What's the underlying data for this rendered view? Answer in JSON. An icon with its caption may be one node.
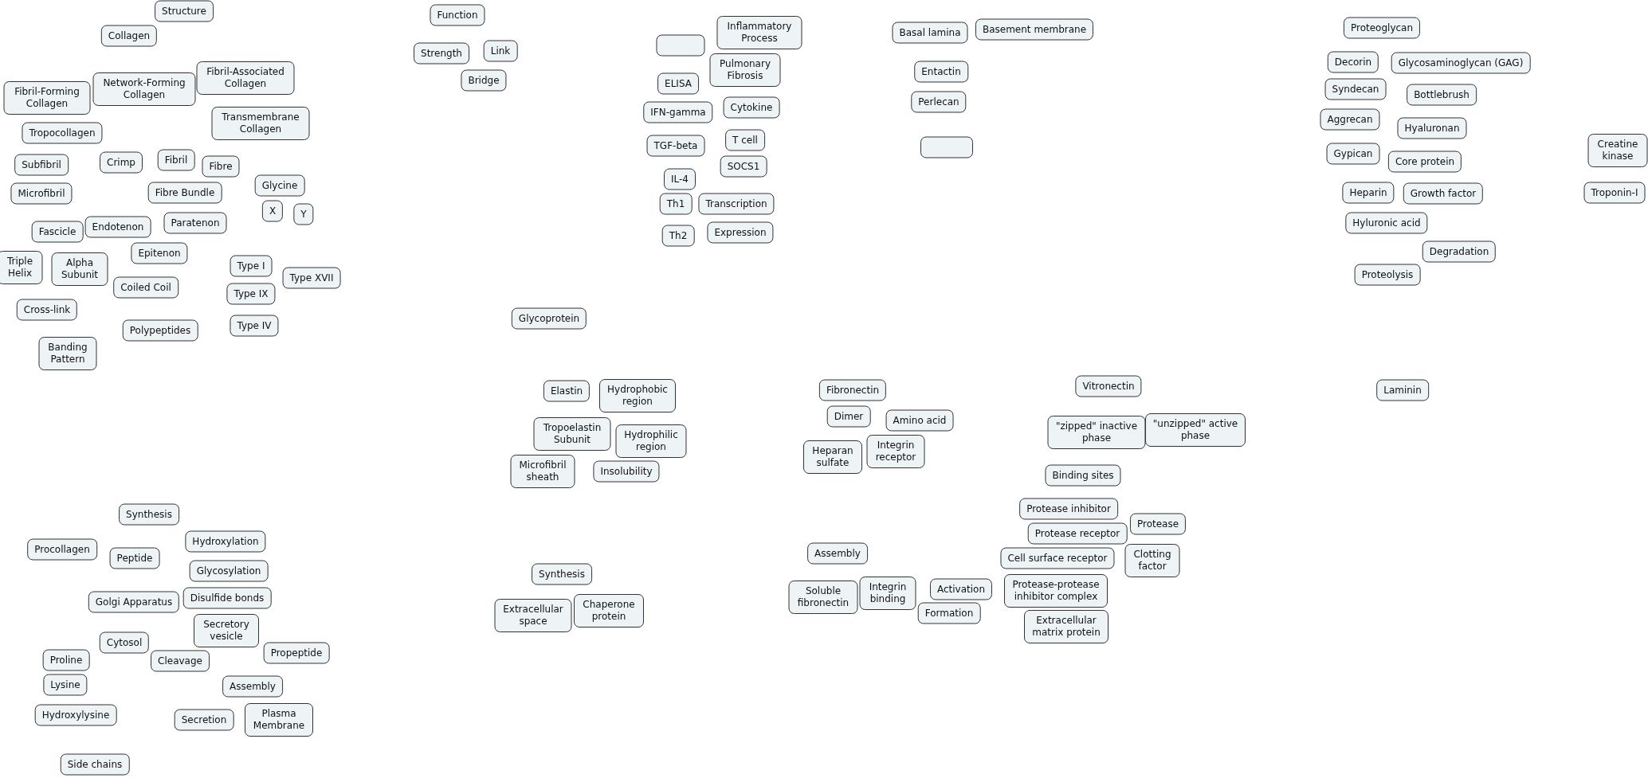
{
  "diagram": {
    "nodes": [
      {
        "text": [
          "Structure"
        ]
      },
      {
        "text": [
          "Collagen"
        ]
      },
      {
        "text": [
          "Fibril-Associated Collagen"
        ]
      },
      {
        "text": [
          "Network-Forming Collagen"
        ]
      },
      {
        "text": [
          "Fibril-Forming Collagen"
        ]
      },
      {
        "text": [
          "Transmembrane Collagen"
        ]
      },
      {
        "text": [
          "Tropocollagen"
        ]
      },
      {
        "text": [
          "Crimp"
        ]
      },
      {
        "text": [
          "Fibril"
        ]
      },
      {
        "text": [
          "Subfibril"
        ]
      },
      {
        "text": [
          "Fibre"
        ]
      },
      {
        "text": [
          "Glycine"
        ]
      },
      {
        "text": [
          "Fibre Bundle"
        ]
      },
      {
        "text": [
          "Microfibril"
        ]
      },
      {
        "text": [
          "X"
        ]
      },
      {
        "text": [
          "Y"
        ]
      },
      {
        "text": [
          "Paratenon"
        ]
      },
      {
        "text": [
          "Endotenon"
        ]
      },
      {
        "text": [
          "Fascicle"
        ]
      },
      {
        "text": [
          "Epitenon"
        ]
      },
      {
        "text": [
          "Triple Helix"
        ]
      },
      {
        "text": [
          "Alpha Subunit"
        ]
      },
      {
        "text": [
          "Type I"
        ]
      },
      {
        "text": [
          "Type XVII"
        ]
      },
      {
        "text": [
          "Coiled Coil"
        ]
      },
      {
        "text": [
          "Type IX"
        ]
      },
      {
        "text": [
          "Cross-link"
        ]
      },
      {
        "text": [
          "Type IV"
        ]
      },
      {
        "text": [
          "Polypeptides"
        ]
      },
      {
        "text": [
          "Banding Pattern"
        ]
      },
      {
        "text": [
          "Function"
        ]
      },
      {
        "text": [
          "Strength"
        ]
      },
      {
        "text": [
          "Link"
        ]
      },
      {
        "text": [
          "Bridge"
        ]
      },
      {
        "text": [
          "Inflammatory Process"
        ]
      },
      {
        "text": [],
        "shape": "box"
      },
      {
        "text": [
          "Pulmonary Fibrosis"
        ]
      },
      {
        "text": [
          "ELISA"
        ]
      },
      {
        "text": [
          "Cytokine"
        ]
      },
      {
        "text": [
          "IFN-gamma"
        ]
      },
      {
        "text": [
          "T cell"
        ]
      },
      {
        "text": [
          "TGF-beta"
        ]
      },
      {
        "text": [
          "SOCS1"
        ]
      },
      {
        "text": [
          "IL-4"
        ]
      },
      {
        "text": [
          "Transcription"
        ]
      },
      {
        "text": [
          "Th1"
        ]
      },
      {
        "text": [
          "Expression"
        ]
      },
      {
        "text": [
          "Th2"
        ]
      },
      {
        "text": [
          "Basement membrane"
        ]
      },
      {
        "text": [
          "Basal lamina"
        ]
      },
      {
        "text": [
          "Entactin"
        ]
      },
      {
        "text": [
          "Perlecan"
        ]
      },
      {
        "text": [],
        "shape": "box"
      },
      {
        "text": [
          "Proteoglycan"
        ]
      },
      {
        "text": [
          "Decorin"
        ]
      },
      {
        "text": [
          "Glycosaminoglycan (GAG)"
        ]
      },
      {
        "text": [
          "Syndecan"
        ]
      },
      {
        "text": [
          "Bottlebrush"
        ]
      },
      {
        "text": [
          "Aggrecan"
        ]
      },
      {
        "text": [
          "Hyaluronan"
        ]
      },
      {
        "text": [
          "Gypican"
        ]
      },
      {
        "text": [
          "Core protein"
        ]
      },
      {
        "text": [
          "Heparin"
        ]
      },
      {
        "text": [
          "Growth factor"
        ]
      },
      {
        "text": [
          "Hyluronic acid"
        ]
      },
      {
        "text": [
          "Degradation"
        ]
      },
      {
        "text": [
          "Proteolysis"
        ]
      },
      {
        "text": [
          "Creatine kinase"
        ]
      },
      {
        "text": [
          "Troponin-I"
        ]
      },
      {
        "text": [
          "Glycoprotein"
        ]
      },
      {
        "text": [
          "Elastin"
        ]
      },
      {
        "text": [
          "Hydrophobic region"
        ]
      },
      {
        "text": [
          "Tropoelastin Subunit"
        ]
      },
      {
        "text": [
          "Hydrophilic region"
        ]
      },
      {
        "text": [
          "Microfibril sheath"
        ]
      },
      {
        "text": [
          "Insolubility"
        ]
      },
      {
        "text": [
          "Fibronectin"
        ]
      },
      {
        "text": [
          "Dimer"
        ]
      },
      {
        "text": [
          "Amino acid"
        ]
      },
      {
        "text": [
          "Heparan sulfate"
        ]
      },
      {
        "text": [
          "Integrin receptor"
        ]
      },
      {
        "text": [
          "Vitronectin"
        ]
      },
      {
        "text": [
          "\"zipped\" inactive phase"
        ]
      },
      {
        "text": [
          "\"unzipped\" active phase"
        ]
      },
      {
        "text": [
          "Binding sites"
        ]
      },
      {
        "text": [
          "Protease inhibitor"
        ]
      },
      {
        "text": [
          "Protease"
        ]
      },
      {
        "text": [
          "Protease receptor"
        ]
      },
      {
        "text": [
          "Cell surface receptor"
        ]
      },
      {
        "text": [
          "Clotting factor"
        ]
      },
      {
        "text": [
          "Protease-protease inhibitor complex"
        ]
      },
      {
        "text": [
          "Extracellular matrix protein"
        ]
      },
      {
        "text": [
          "Laminin"
        ]
      },
      {
        "text": [
          "Synthesis"
        ]
      },
      {
        "text": [
          "Hydroxylation"
        ]
      },
      {
        "text": [
          "Procollagen"
        ]
      },
      {
        "text": [
          "Peptide"
        ]
      },
      {
        "text": [
          "Glycosylation"
        ]
      },
      {
        "text": [
          "Disulfide bonds"
        ]
      },
      {
        "text": [
          "Golgi Apparatus"
        ]
      },
      {
        "text": [
          "Secretory vesicle"
        ]
      },
      {
        "text": [
          "Cytosol"
        ]
      },
      {
        "text": [
          "Propeptide"
        ]
      },
      {
        "text": [
          "Proline"
        ]
      },
      {
        "text": [
          "Cleavage"
        ]
      },
      {
        "text": [
          "Lysine"
        ]
      },
      {
        "text": [
          "Assembly"
        ]
      },
      {
        "text": [
          "Hydroxylysine"
        ]
      },
      {
        "text": [
          "Plasma Membrane"
        ]
      },
      {
        "text": [
          "Secretion"
        ]
      },
      {
        "text": [
          "Side chains"
        ]
      },
      {
        "text": [
          "Synthesis"
        ]
      },
      {
        "text": [
          "Chaperone protein"
        ]
      },
      {
        "text": [
          "Extracellular space"
        ]
      },
      {
        "text": [
          "Assembly"
        ]
      },
      {
        "text": [
          "Integrin binding"
        ]
      },
      {
        "text": [
          "Activation"
        ]
      },
      {
        "text": [
          "Soluble fibronectin"
        ]
      },
      {
        "text": [
          "Formation"
        ]
      }
    ]
  }
}
